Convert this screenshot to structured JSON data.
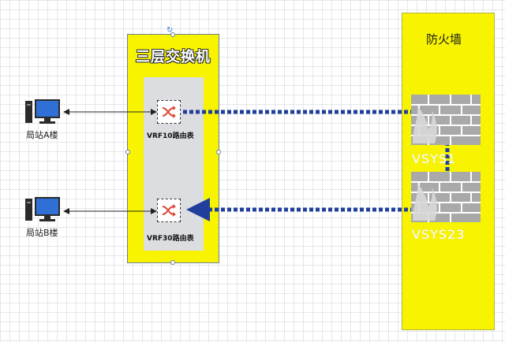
{
  "switch": {
    "title": "三层交换机"
  },
  "firewall": {
    "title": "防火墙"
  },
  "vrf": [
    {
      "label": "VRF10路由表"
    },
    {
      "label": "VRF30路由表"
    }
  ],
  "vsys": [
    {
      "label": "VSYS1"
    },
    {
      "label": "VSYS23"
    }
  ],
  "hosts": [
    {
      "label": "局站A楼"
    },
    {
      "label": "局站B楼"
    }
  ],
  "colors": {
    "container_fill": "#f8f400",
    "inner_fill": "#dcdde0",
    "link_dotted": "#1f3f9a",
    "router_icon": "#e0463a",
    "brick": "#a9a9a9"
  },
  "icons": {
    "host": "desktop-computer-icon",
    "router": "router-icon",
    "firewall": "brick-wall-icon"
  }
}
